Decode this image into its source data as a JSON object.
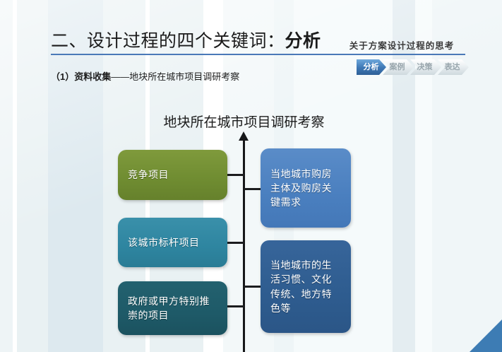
{
  "header": {
    "title_main": "二、设计过程的四个关键词：",
    "title_emphasis": "分析",
    "right_label": "关于方案设计过程的思考",
    "tabs": [
      {
        "label": "分析",
        "state": "active"
      },
      {
        "label": "案例",
        "state": "inactive"
      },
      {
        "label": "决策",
        "state": "inactive"
      },
      {
        "label": "表达",
        "state": "inactive"
      }
    ]
  },
  "subtitle": {
    "bold_part": "（1）资料收集",
    "rest": "——地块所在城市项目调研考察"
  },
  "diagram": {
    "title": "地块所在城市项目调研考察",
    "left_nodes": [
      {
        "text": "竞争项目",
        "color": "#6f8c31"
      },
      {
        "text": "该城市标杆项目",
        "color": "#2e85a0"
      },
      {
        "text": "政府或甲方特别推崇的项目",
        "color": "#1e5a68"
      }
    ],
    "right_nodes": [
      {
        "text": "当地城市购房主体及购房关键需求",
        "color": "#4a7fbf"
      },
      {
        "text": "当地城市的生活习惯、文化传统、地方特色等",
        "color": "#2e5c8f"
      }
    ]
  },
  "theme": {
    "accent_rule": "#4a79b8",
    "corner_triangle": "#3d7cb4",
    "background": "#f2f7f8"
  }
}
